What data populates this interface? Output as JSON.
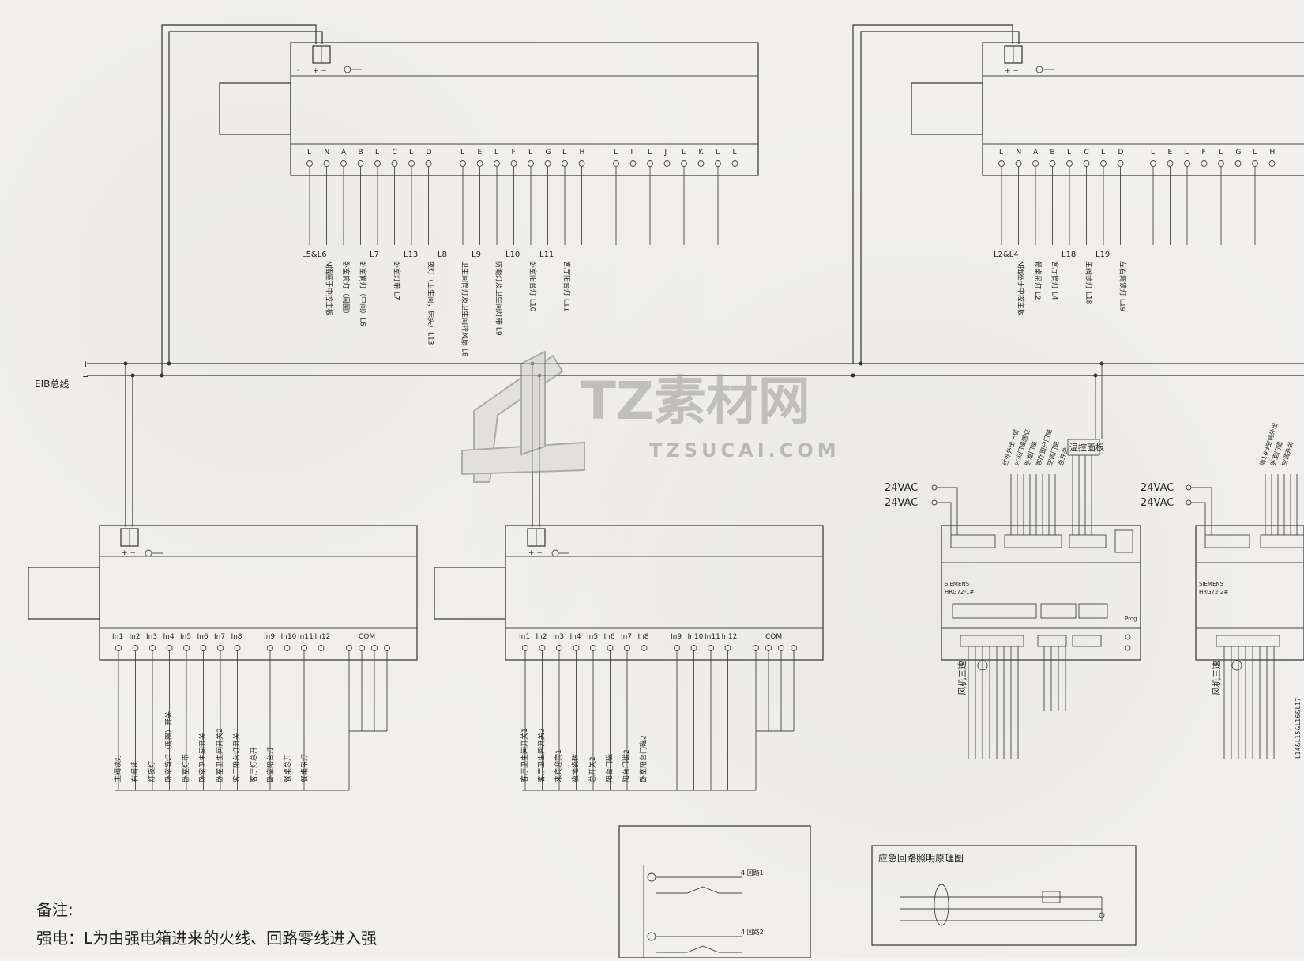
{
  "bus": {
    "label": "EIB总线",
    "plus": "+",
    "minus": "−"
  },
  "module_small_labels": {
    "plus_minus": "+ −",
    "dot": "◦"
  },
  "top_left": {
    "terminals": [
      "L",
      "N",
      "A",
      "B",
      "L",
      "C",
      "L",
      "D",
      "L",
      "E",
      "L",
      "F",
      "L",
      "G",
      "L",
      "H",
      "L",
      "I",
      "L",
      "J",
      "L",
      "K",
      "L",
      "L"
    ],
    "labels": [
      {
        "text": "L5&L6",
        "rot": false
      },
      {
        "text": "N插座于中控主板",
        "rot": true
      },
      {
        "text": "卧室筒灯（周圈）",
        "rot": true
      },
      {
        "text": "卧室筒灯（中间）L6",
        "rot": true
      },
      {
        "text": "L7",
        "rot": false
      },
      {
        "text": "卧室灯带  L7",
        "rot": true
      },
      {
        "text": "L13",
        "rot": false
      },
      {
        "text": "夜灯（卫生间，床头）L13",
        "rot": true
      },
      {
        "text": "L8",
        "rot": false
      },
      {
        "text": "卫生间筒灯及卫生间排风扇 L8",
        "rot": true
      },
      {
        "text": "L9",
        "rot": false
      },
      {
        "text": "防潮灯及卫生间灯带 L9",
        "rot": true
      },
      {
        "text": "L10",
        "rot": false
      },
      {
        "text": "卧室阳台灯 L10",
        "rot": true
      },
      {
        "text": "L11",
        "rot": false
      },
      {
        "text": "客厅阳台灯 L11",
        "rot": true
      }
    ]
  },
  "top_right": {
    "terminals": [
      "L",
      "N",
      "A",
      "B",
      "L",
      "C",
      "L",
      "D",
      "L",
      "E",
      "L",
      "F",
      "L",
      "G",
      "L",
      "H"
    ],
    "labels": [
      {
        "text": "L2&L4",
        "rot": false
      },
      {
        "text": "N插座于中控主板",
        "rot": true
      },
      {
        "text": "餐桌吊灯 L2",
        "rot": true
      },
      {
        "text": "客厅筒灯 L4",
        "rot": true
      },
      {
        "text": "L18",
        "rot": false
      },
      {
        "text": "主阀读灯 L18",
        "rot": true
      },
      {
        "text": "L19",
        "rot": false
      },
      {
        "text": "左右阅读灯 L19",
        "rot": true
      }
    ]
  },
  "bottom_left": {
    "inputs": [
      "In1",
      "In2",
      "In3",
      "In4",
      "In5",
      "In6",
      "In7",
      "In8",
      "In9",
      "In10",
      "In11",
      "In12"
    ],
    "com": "COM",
    "labels": [
      "主阀读灯",
      "右阅读",
      "灯夜灯",
      "卧室筒灯（周圈）开关",
      "卧室灯带",
      "卧室卫生间开关",
      "卧室卫生间开关2",
      "客厅阳台灯开关",
      "客厅灯总开",
      "卧室阳台灯",
      "餐桌总开",
      "餐桌吊灯"
    ]
  },
  "bottom_mid": {
    "inputs": [
      "In1",
      "In2",
      "In3",
      "In4",
      "In5",
      "In6",
      "In7",
      "In8",
      "In9",
      "In10",
      "In11",
      "In12"
    ],
    "com": "COM",
    "labels": [
      "客厅卫生间开关1",
      "客厅卫生间开关2",
      "来宾迎宾1",
      "夜地瓷砖",
      "总开关2",
      "阳台门磁",
      "阳台门磁2",
      "卧室阳台门磁2"
    ]
  },
  "hvac": {
    "voltage1": "24VAC",
    "voltage2": "24VAC",
    "brand": "SIEMENS",
    "model1": "HRG72-1#",
    "model2": "HRG72-2#",
    "sensor_label": "温控面板",
    "fan_label": "风机三速",
    "prog": "Prog",
    "top_labels_1": [
      "红外外出一层",
      "火灾门磁感应",
      "卧室门磁",
      "客厅窗户门磁",
      "空调门磁",
      "总开关"
    ],
    "top_labels_2": [
      "墙1#3空调外出",
      "卧室门磁",
      "空调开关"
    ],
    "bottom_labels_2": "L14&L15&L16&L17"
  },
  "notes": {
    "title": "备注:",
    "line1": "强电：L为由强电箱进来的火线、回路零线进入强"
  },
  "legend_box_right": {
    "title": "应急回路照明原理图"
  },
  "legend_box_mid": {
    "rows": [
      "4 回路1",
      "4 回路2"
    ]
  },
  "watermark": {
    "main": "TZ素材网",
    "sub": "TZSUCAI.COM"
  }
}
